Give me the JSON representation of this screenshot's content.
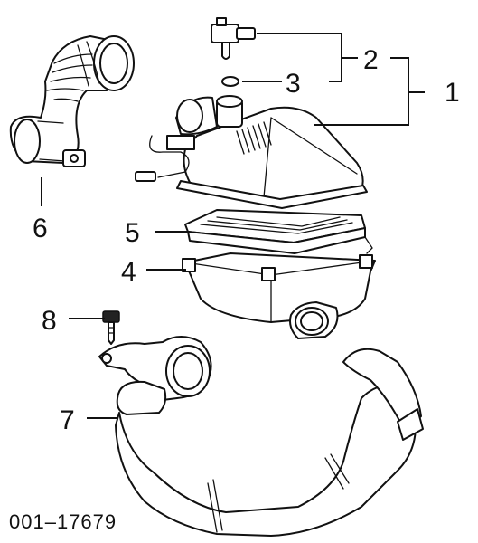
{
  "diagram": {
    "callouts": [
      {
        "id": "1",
        "label": "1"
      },
      {
        "id": "2",
        "label": "2"
      },
      {
        "id": "3",
        "label": "3"
      },
      {
        "id": "4",
        "label": "4"
      },
      {
        "id": "5",
        "label": "5"
      },
      {
        "id": "6",
        "label": "6"
      },
      {
        "id": "7",
        "label": "7"
      },
      {
        "id": "8",
        "label": "8"
      }
    ],
    "figure_code": "001–17679"
  }
}
